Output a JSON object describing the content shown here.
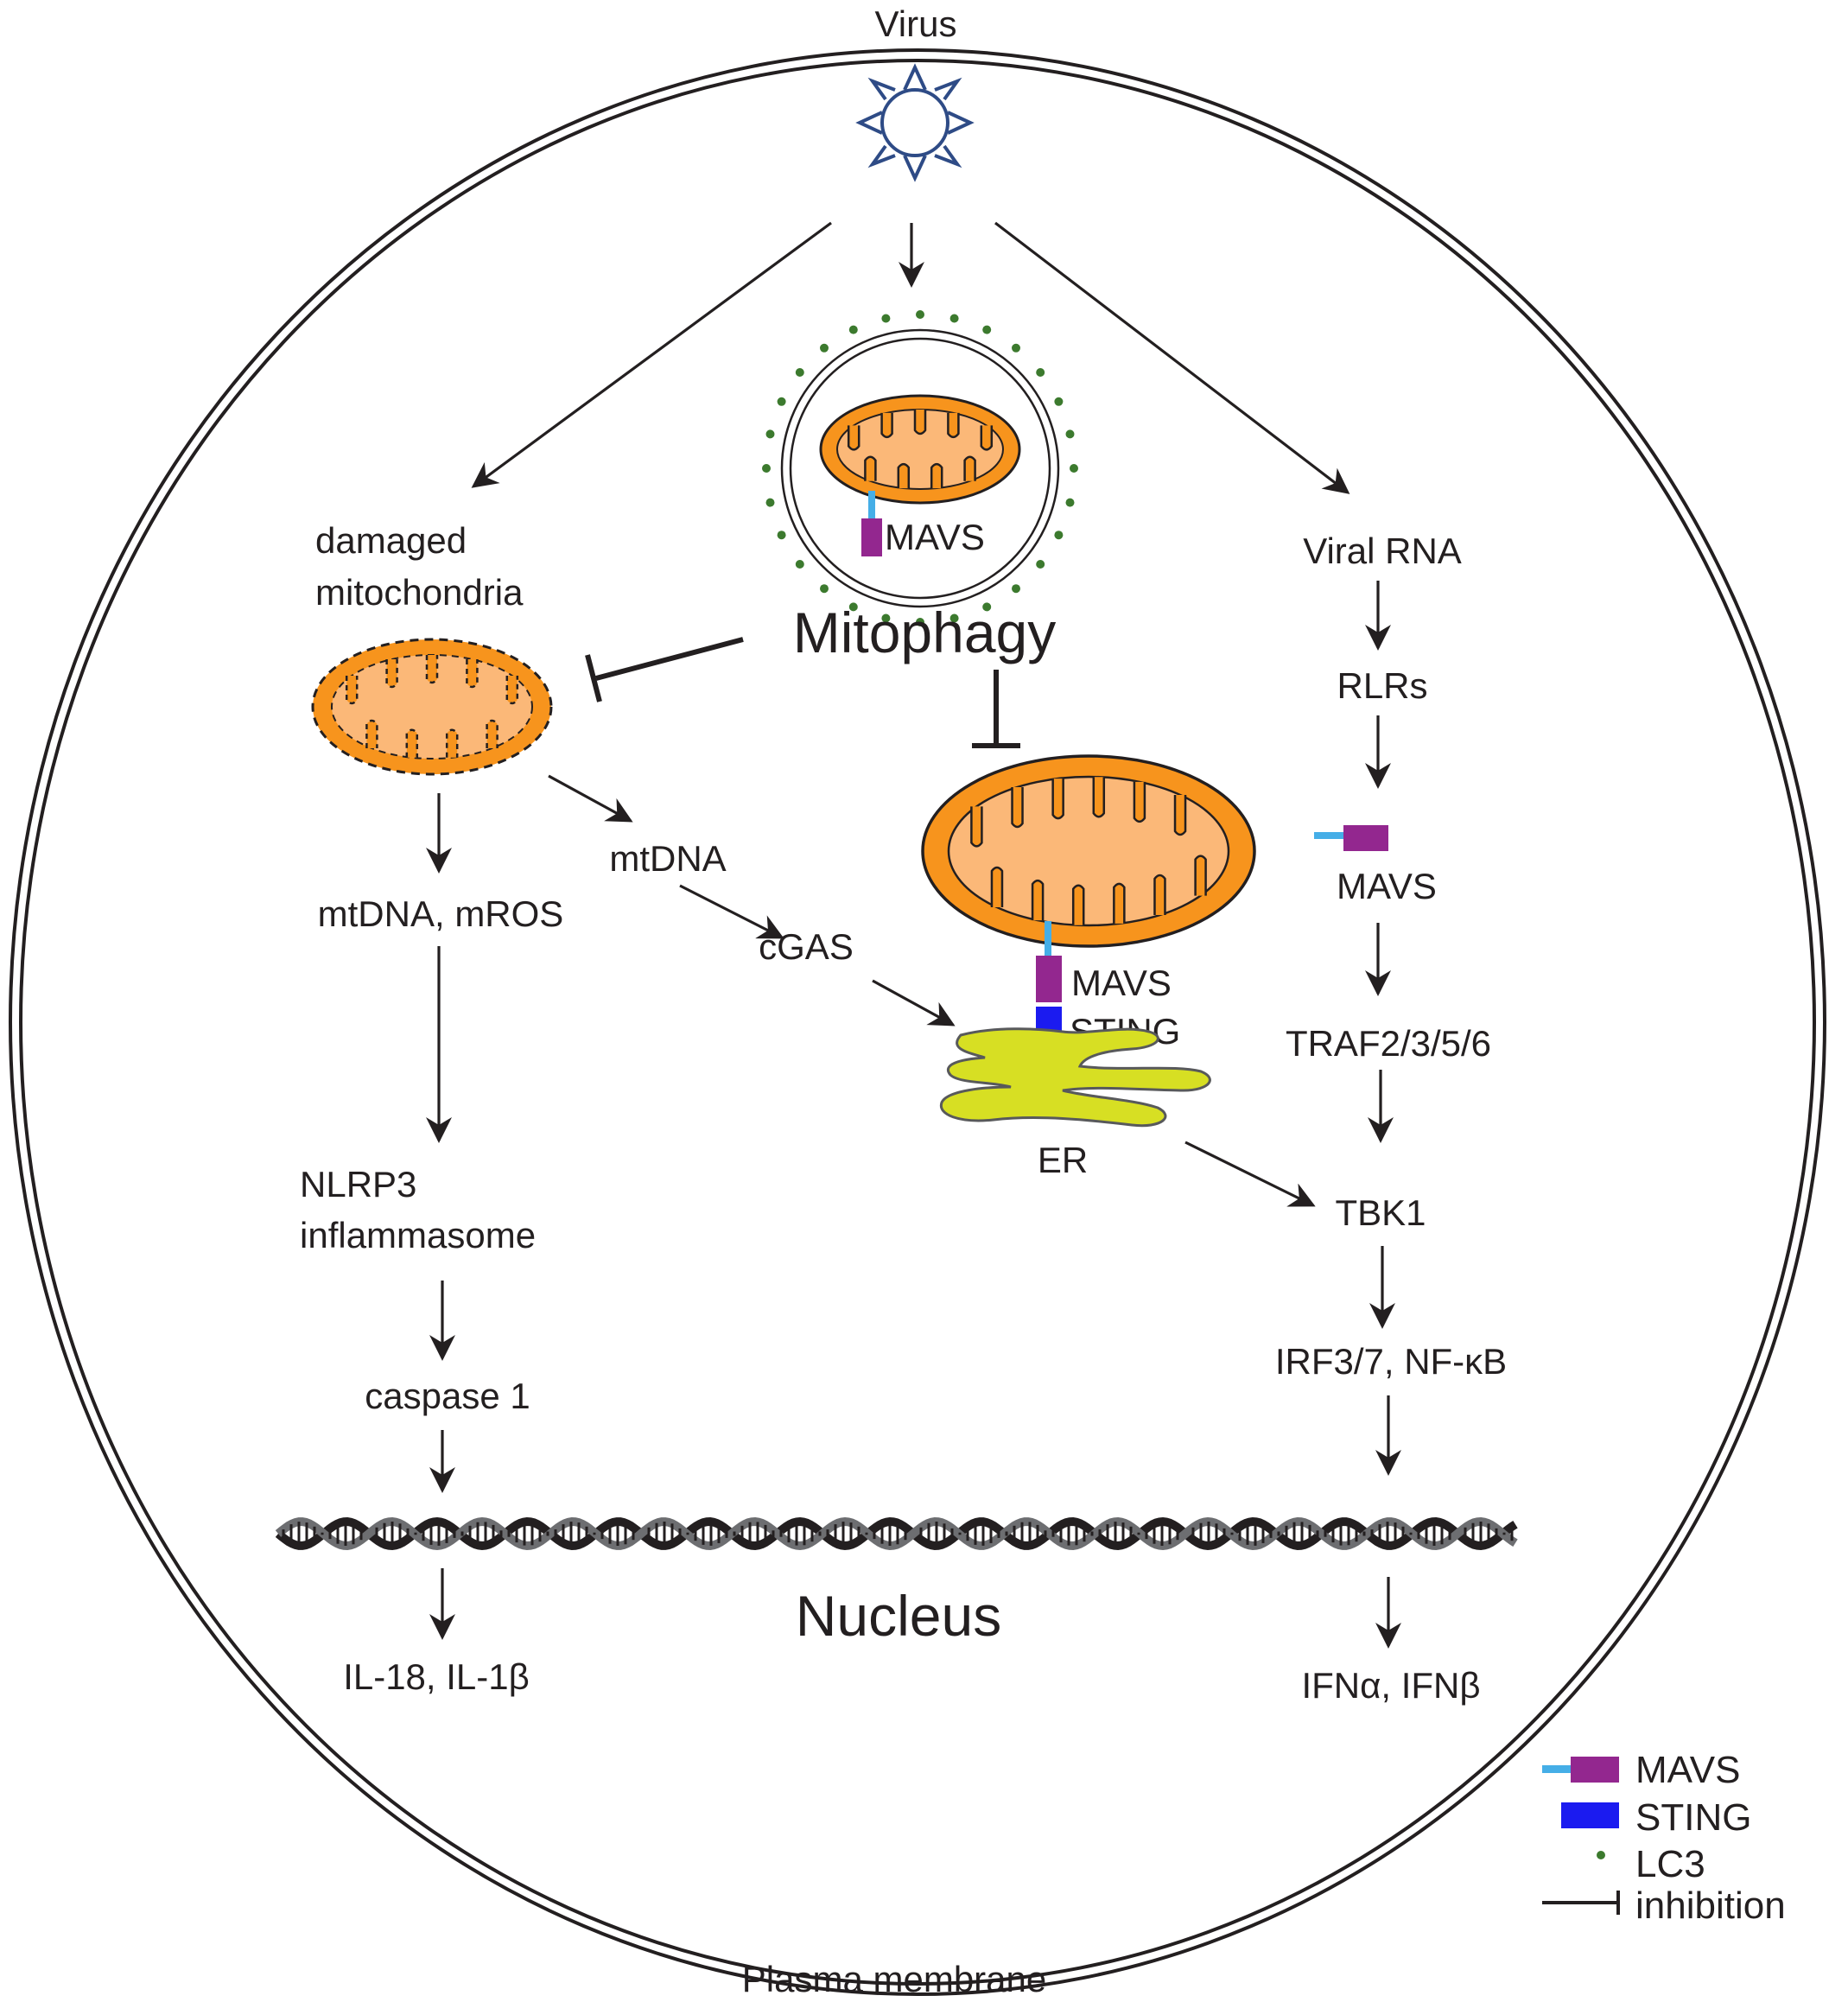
{
  "labels": {
    "virus": "Virus",
    "plasma_membrane": "Plasma membrane",
    "damaged_mito_line1": "damaged",
    "damaged_mito_line2": "mitochondria",
    "mitophagy": "Mitophagy",
    "mavs_autophagosome": "MAVS",
    "viral_rna": "Viral RNA",
    "rlrs": "RLRs",
    "mavs_right": "MAVS",
    "traf": "TRAF2/3/5/6",
    "tbk1": "TBK1",
    "irf": "IRF3/7, NF-κB",
    "ifn": "IFNα, IFNβ",
    "mtdna_mros": "mtDNA, mROS",
    "mtdna": "mtDNA",
    "cgas": "cGAS",
    "mavs_er": "MAVS",
    "sting_er": "STING",
    "er": "ER",
    "nlrp3_line1": "NLRP3",
    "nlrp3_line2": "inflammasome",
    "caspase": "caspase 1",
    "il": "IL-18, IL-1β",
    "nucleus": "Nucleus"
  },
  "legend": {
    "mavs": "MAVS",
    "sting": "STING",
    "lc3": "LC3",
    "inhibition": "inhibition"
  },
  "colors": {
    "mito_fill": "#f7941d",
    "mito_inner": "#fbb878",
    "mavs_purple": "#93278f",
    "mavs_linker": "#45aee7",
    "sting_blue": "#1b1bf0",
    "lc3_green": "#3c7a2e",
    "er_yellow": "#d7df23",
    "virus_blue": "#2e4b86",
    "ink": "#231f20"
  }
}
